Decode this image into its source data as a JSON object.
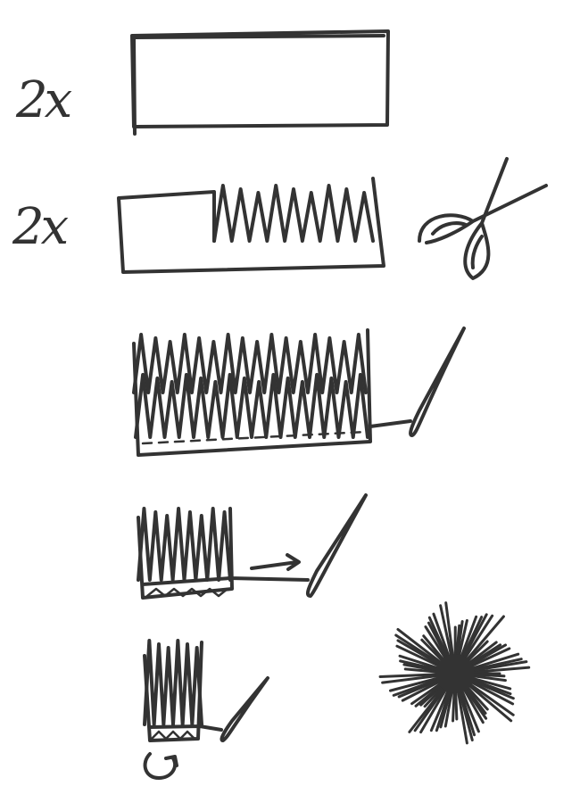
{
  "steps": [
    {
      "multiplier": "2x",
      "figure": "plain-strip"
    },
    {
      "multiplier": "2x",
      "figure": "fringed-strip",
      "icon": "scissors-icon"
    },
    {
      "figure": "stacked-fringed-strips-sewn",
      "icon": "needle-icon"
    },
    {
      "figure": "rolling-strip",
      "icon": "arrow-right-icon"
    },
    {
      "figure": "rolled-strip",
      "icon": "rotate-icon"
    },
    {
      "figure": "finished-pompom",
      "icon": "pompom-icon"
    }
  ],
  "colors": {
    "ink": "#333333",
    "background": "#ffffff"
  }
}
